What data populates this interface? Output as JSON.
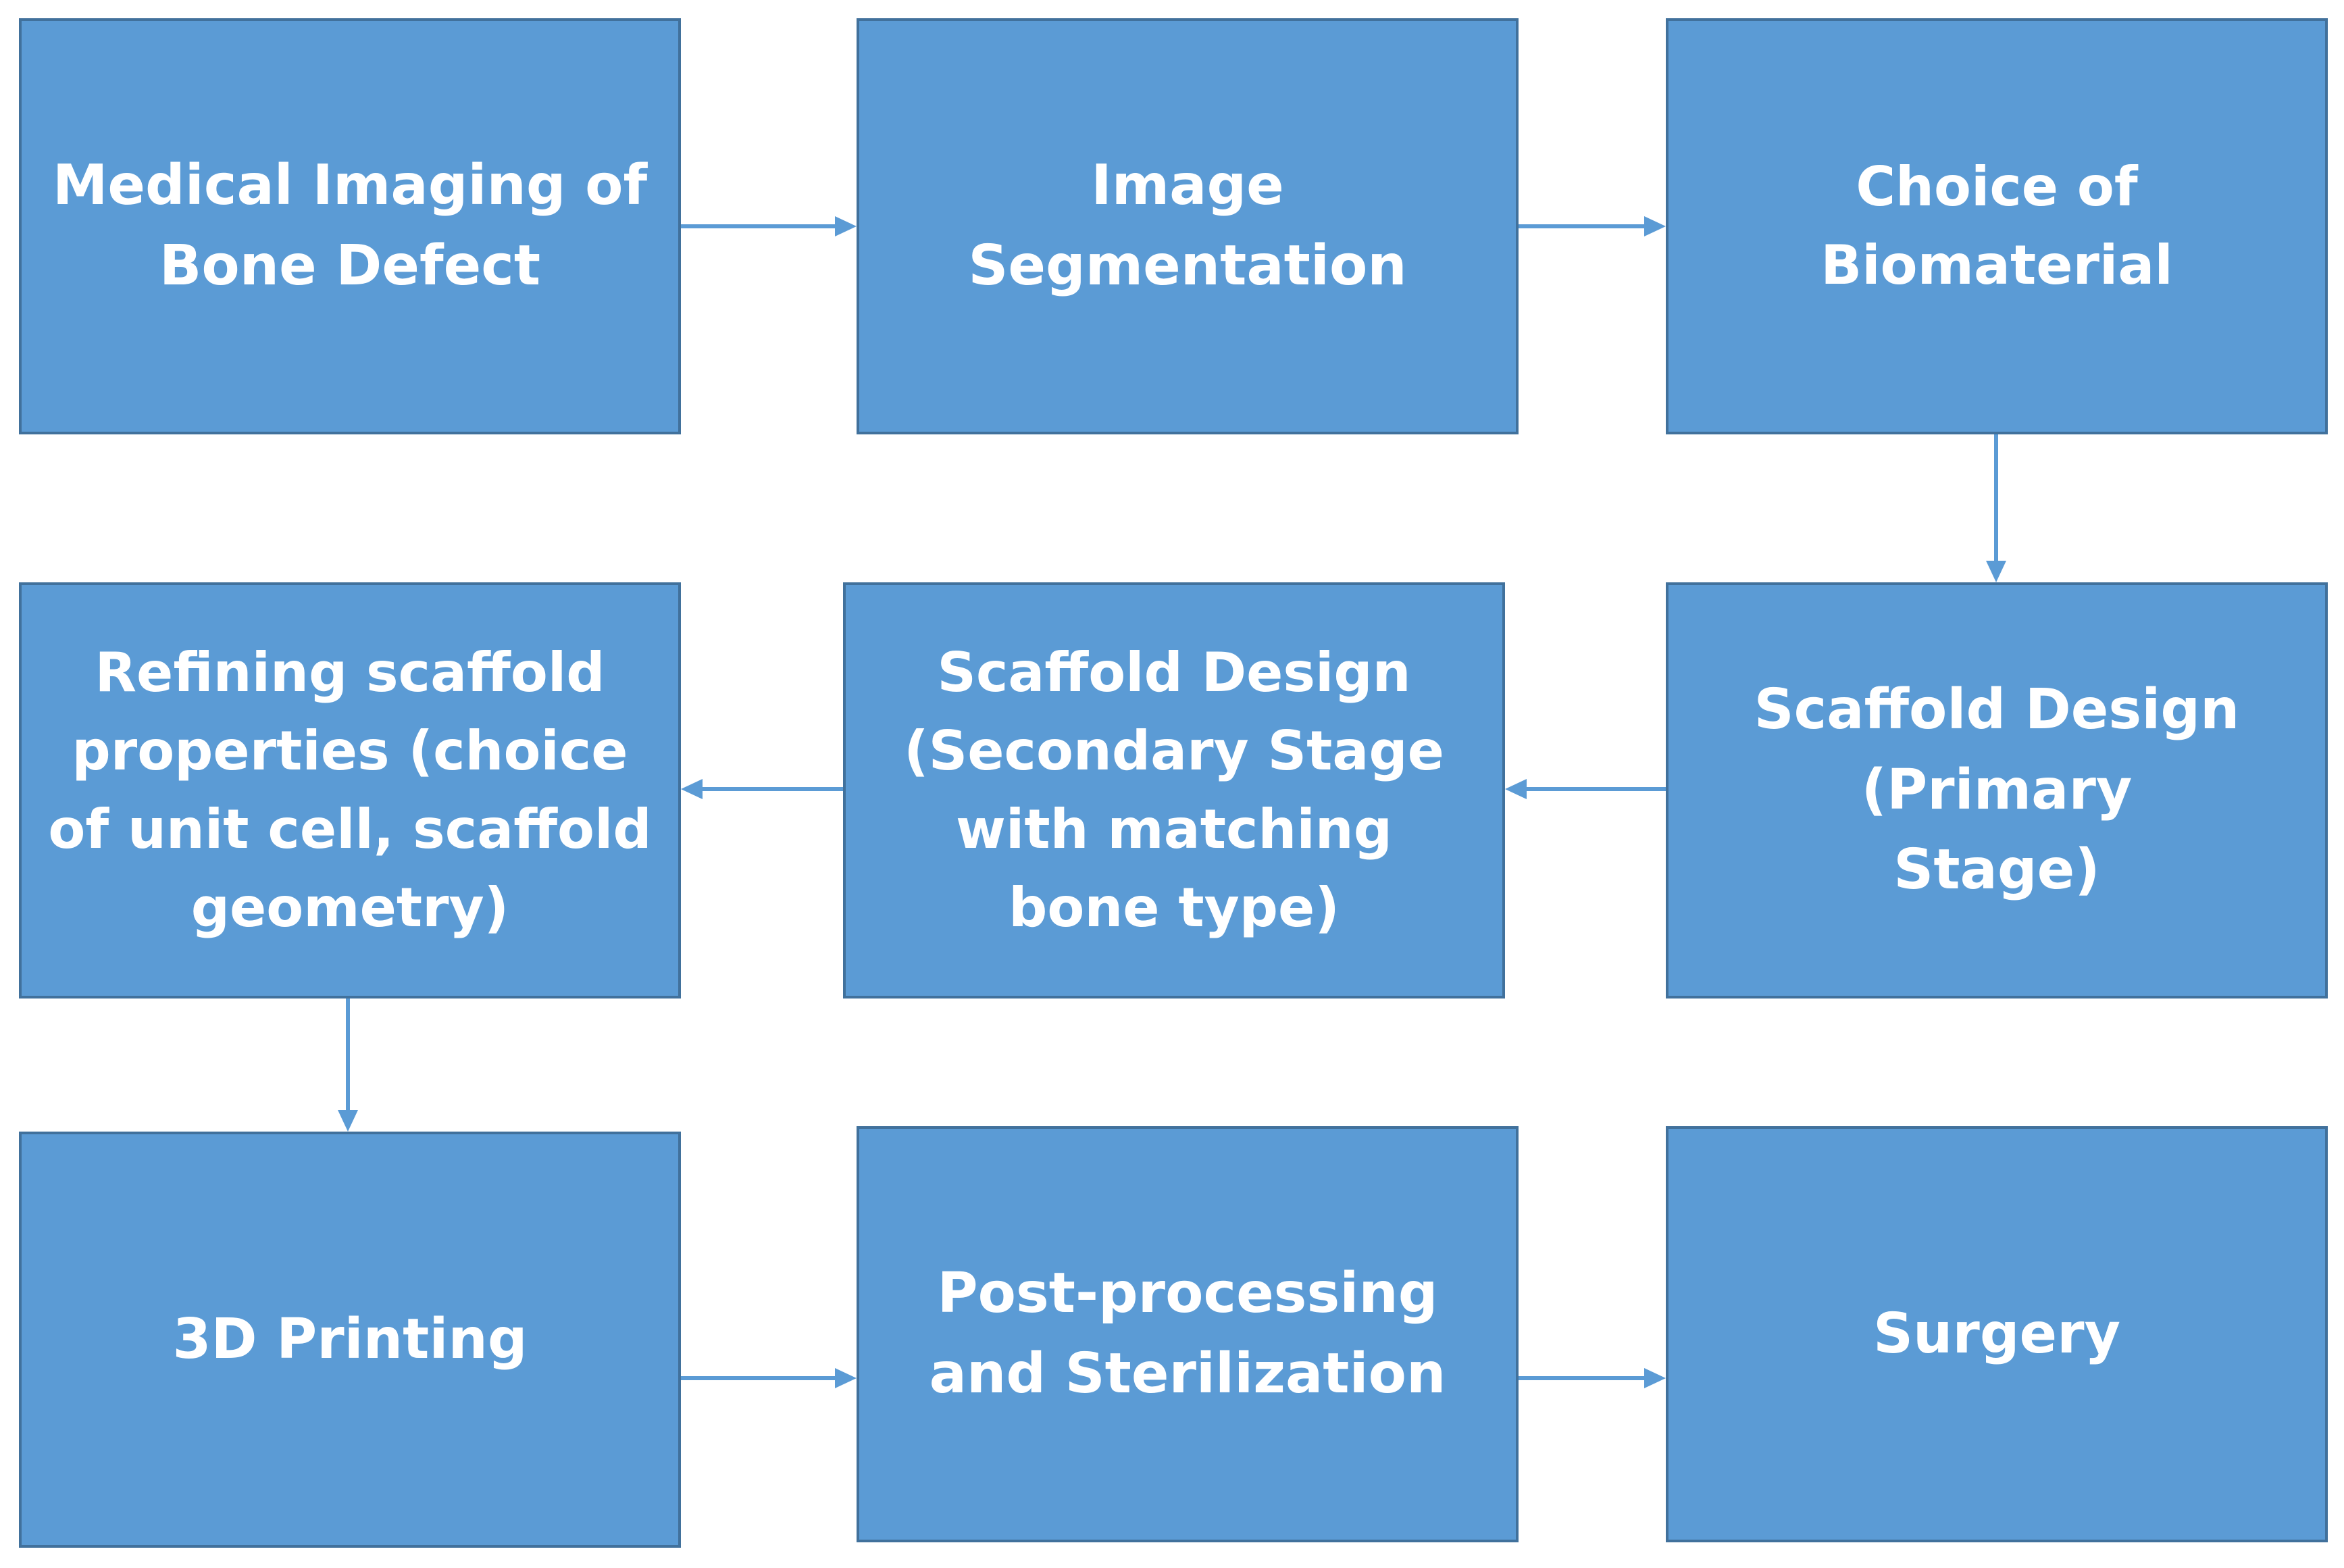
{
  "nodes": {
    "medical_imaging": "Medical Imaging of Bone Defect",
    "image_segmentation": "Image Segmentation",
    "choice_biomaterial": "Choice of Biomaterial",
    "refining_properties": "Refining scaffold properties (choice of unit cell, scaffold geometry)",
    "design_secondary": "Scaffold Design (Secondary Stage with matching bone type)",
    "design_primary": "Scaffold Design (Primary Stage)",
    "printing_3d": "3D Printing",
    "post_processing": "Post-processing and Sterilization",
    "surgery": "Surgery"
  },
  "colors": {
    "box_fill": "#5b9bd5",
    "box_border": "#41719c",
    "text": "#ffffff",
    "arrow": "#5b9bd5"
  }
}
